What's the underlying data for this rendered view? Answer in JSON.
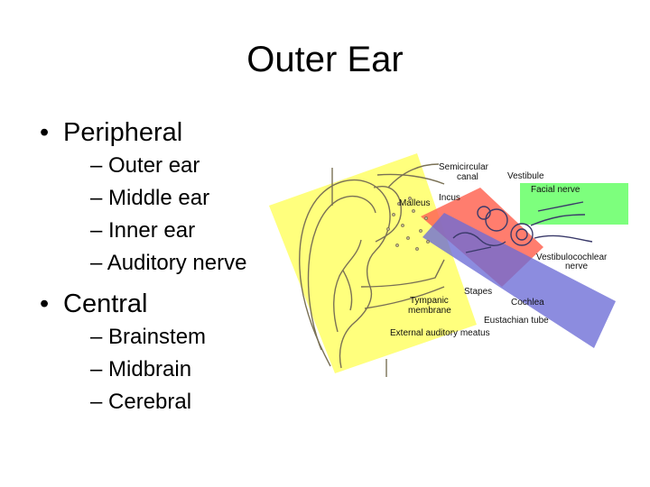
{
  "title": "Outer Ear",
  "bullets": [
    {
      "text": "Peripheral",
      "children": [
        "Outer ear",
        "Middle ear",
        "Inner ear",
        "Auditory nerve"
      ]
    },
    {
      "text": "Central",
      "children": [
        "Brainstem",
        "Midbrain",
        "Cerebral"
      ]
    }
  ],
  "diagram": {
    "labels": {
      "semicircular_line1": "Semicircular",
      "semicircular_line2": "canal",
      "vestibule": "Vestibule",
      "facial_nerve": "Facial nerve",
      "malleus": "Malleus",
      "incus": "Incus",
      "vestibulocochlear_line1": "Vestibulocochlear",
      "vestibulocochlear_line2": "nerve",
      "stapes": "Stapes",
      "cochlea": "Cochlea",
      "tympanic_line1": "Tympanic",
      "tympanic_line2": "membrane",
      "eustachian": "Eustachian tube",
      "ext_meatus": "External auditory meatus"
    },
    "highlight_colors": {
      "outer": "#ffff66",
      "middle": "#ff6655",
      "inner": "#66ff66",
      "nerve": "#6b6bd6"
    }
  }
}
